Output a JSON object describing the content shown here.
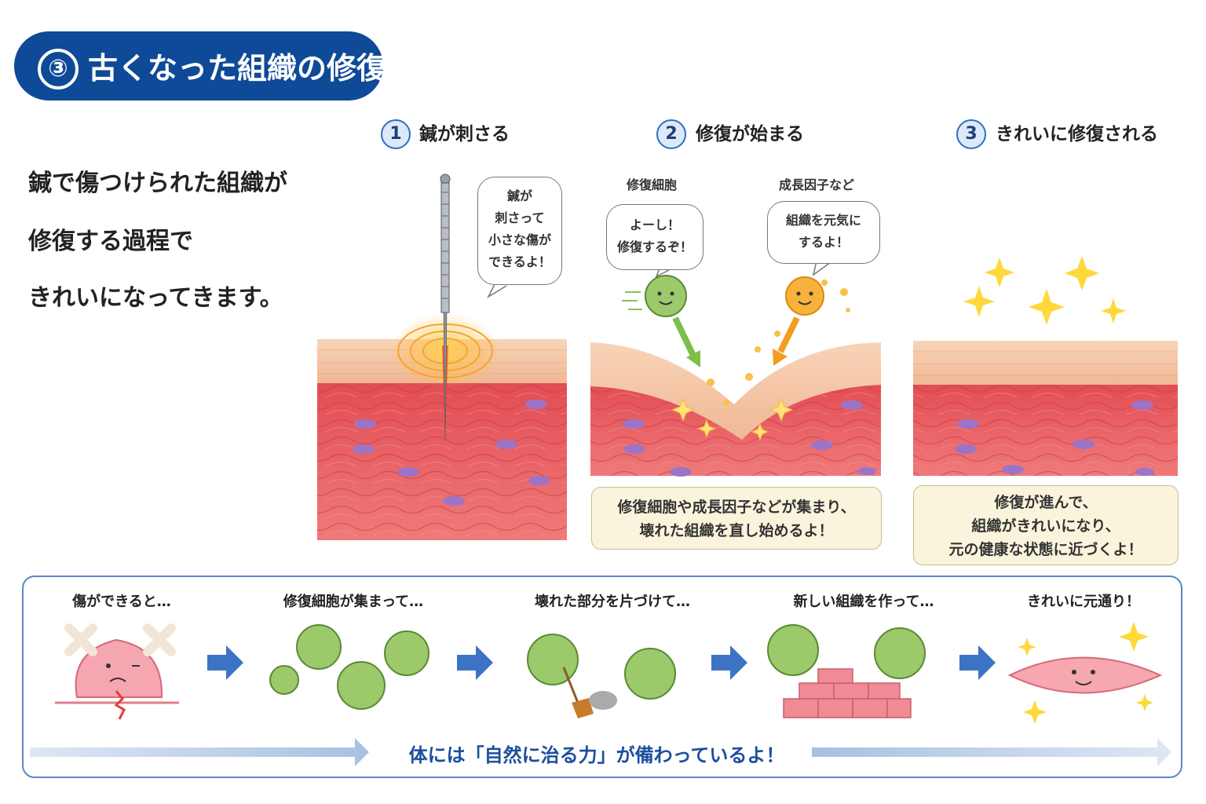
{
  "header": {
    "number": "③",
    "title": "古くなった組織の修復"
  },
  "intro": {
    "line1": "鍼で傷つけられた組織が",
    "line2": "修復する過程で",
    "line3": "きれいになってきます。"
  },
  "steps": [
    {
      "num": "1",
      "label": "鍼が刺さる"
    },
    {
      "num": "2",
      "label": "修復が始まる"
    },
    {
      "num": "3",
      "label": "きれいに修復される"
    }
  ],
  "step1": {
    "bubble": [
      "鍼が",
      "刺さって",
      "小さな傷が",
      "できるよ！"
    ]
  },
  "step2": {
    "repair_cell_label": "修復細胞",
    "repair_cell_bubble": [
      "よーし！",
      "修復するぞ！"
    ],
    "growth_label": "成長因子など",
    "growth_bubble": [
      "組織を元気に",
      "するよ！"
    ],
    "caption": [
      "修復細胞や成長因子などが集まり、",
      "壊れた組織を直し始めるよ！"
    ]
  },
  "step3": {
    "caption": [
      "修復が進んで、",
      "組織がきれいになり、",
      "元の健康な状態に近づくよ！"
    ]
  },
  "flow": {
    "phases": [
      "傷ができると…",
      "修復細胞が集まって…",
      "壊れた部分を片づけて…",
      "新しい組織を作って…",
      "きれいに元通り！"
    ],
    "footer": "体には「自然に治る力」が備わっているよ！"
  },
  "colors": {
    "brand_blue": "#0e4a97",
    "tissue_red": "#e0595c",
    "skin_peach": "#f6c8a8",
    "cell_green": "#9cc96a",
    "growth_orange": "#f6b23a",
    "caption_bg": "#fbf4dc"
  }
}
